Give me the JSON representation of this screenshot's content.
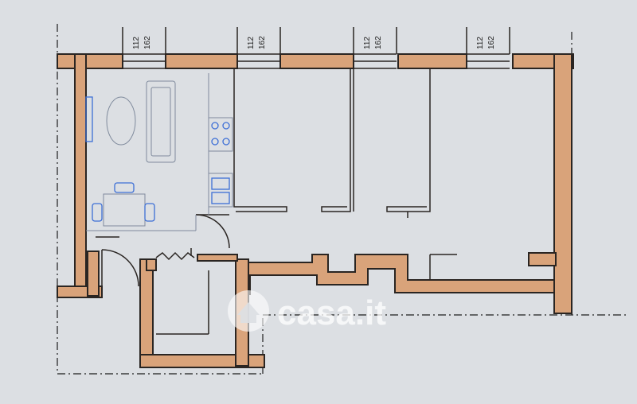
{
  "window_dims": [
    {
      "a": "112",
      "b": "162"
    },
    {
      "a": "112",
      "b": "162"
    },
    {
      "a": "112",
      "b": "162"
    },
    {
      "a": "112",
      "b": "162"
    }
  ],
  "watermark": {
    "text": "casa.it",
    "icon": "house-icon"
  },
  "colors": {
    "wall": "#d9a37a",
    "background": "#dcdfe3",
    "line": "#2a2522",
    "accent": "#3d6fd6"
  }
}
